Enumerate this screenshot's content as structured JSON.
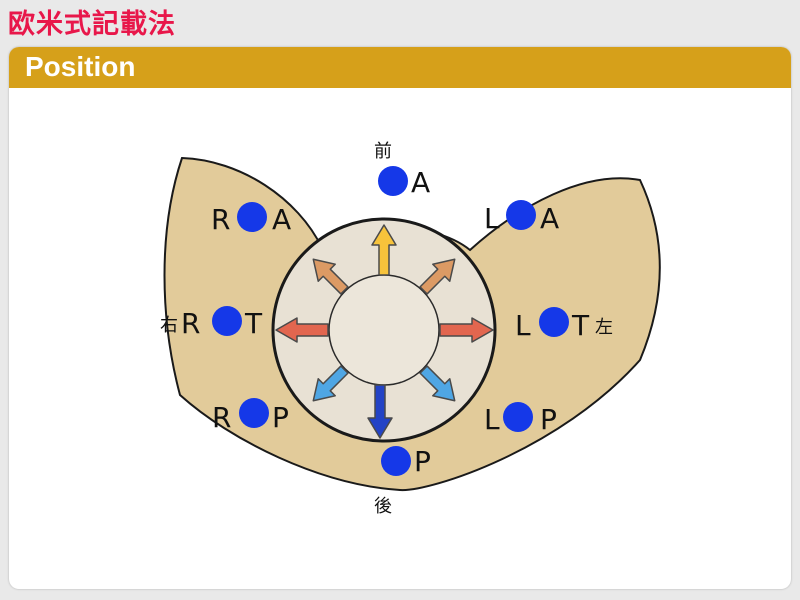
{
  "page": {
    "title": "欧米式記載法",
    "section_title": "Position"
  },
  "diagram": {
    "labels": {
      "front": "前",
      "back": "後",
      "right": "右",
      "left": "左"
    },
    "positions": {
      "top_center": "A",
      "bottom_center": "P",
      "right_anterior": [
        "R",
        "A"
      ],
      "right_transverse": [
        "R",
        "T"
      ],
      "right_posterior": [
        "R",
        "P"
      ],
      "left_anterior": [
        "L",
        "A"
      ],
      "left_transverse": [
        "L",
        "T"
      ],
      "left_posterior": [
        "L",
        "P"
      ]
    },
    "colors": {
      "pelvis_fill": "#e2cb9a",
      "pelvis_stroke": "#1a1a1a",
      "outer_circle": "#e8e1d4",
      "inner_circle": "#ece6da",
      "dot": "#1538e8",
      "arrow_up": "#f7c33b",
      "arrow_diag_up": "#dc9a64",
      "arrow_side": "#e2664f",
      "arrow_diag_down": "#4fa6e4",
      "arrow_down": "#2343c6"
    }
  }
}
